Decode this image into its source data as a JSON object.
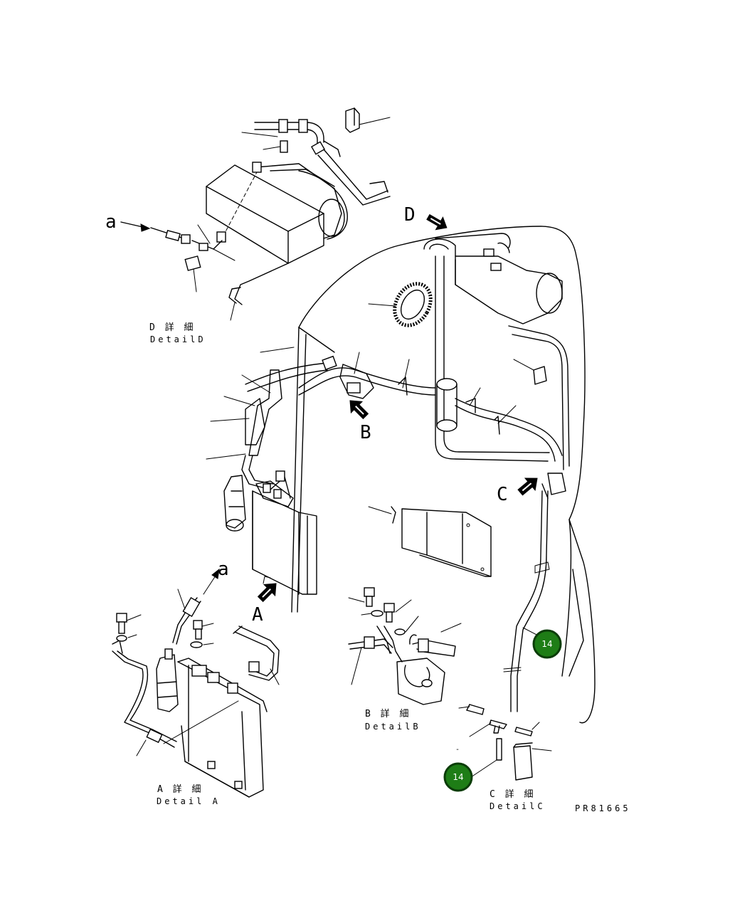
{
  "labels": {
    "a_top": "a",
    "a_mid": "a",
    "D": "D",
    "B": "B",
    "C": "C",
    "A": "A"
  },
  "details": {
    "d_jp": "D 詳 細",
    "d_en": "DetailD",
    "a_jp": "A 詳 細",
    "a_en": "Detail A",
    "b_jp": "B 詳 細",
    "b_en": "DetailB",
    "c_jp": "C 詳 細",
    "c_en": "DetailC"
  },
  "callouts": {
    "badge_right": "14",
    "badge_bottom": "14",
    "dash": "-"
  },
  "part_number": "PR81665",
  "colors": {
    "line": "#000000",
    "badge_fill": "#1e7d16",
    "badge_text": "#ffffff"
  }
}
